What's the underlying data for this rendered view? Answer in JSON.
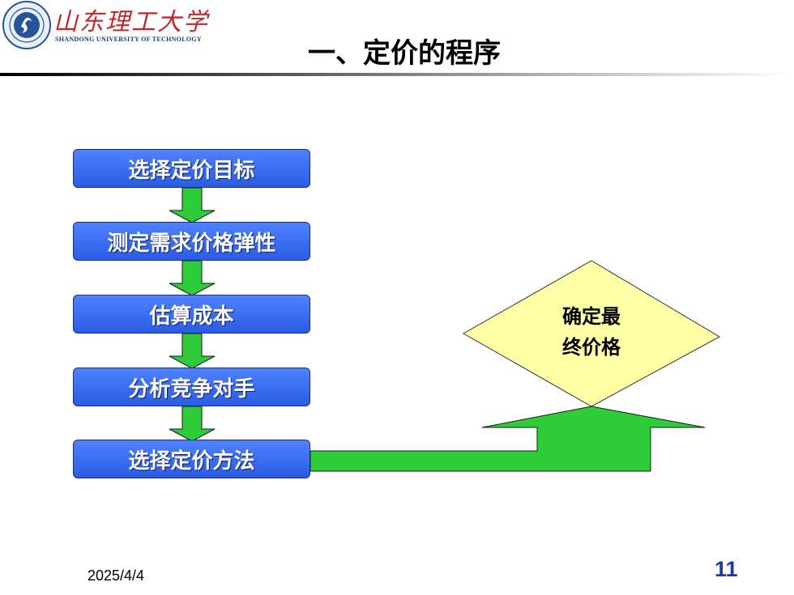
{
  "header": {
    "university_name_cn": "山东理工大学",
    "university_name_en": "SHANDONG UNIVERSITY OF TECHNOLOGY",
    "title": "一、定价的程序"
  },
  "diagram": {
    "steps": [
      "选择定价目标",
      "测定需求价格弹性",
      "估算成本",
      "分析竞争对手",
      "选择定价方法"
    ],
    "decision_lines": [
      "确定最",
      "终价格"
    ]
  },
  "footer": {
    "date": "2025/4/4",
    "page_number": "11"
  },
  "colors": {
    "step_fill": "#3a6cf4",
    "arrow_fill": "#2fcc3a",
    "decision_fill": "#ffffa6",
    "logo_red": "#c0282d",
    "page_number": "#1f3aa0"
  }
}
